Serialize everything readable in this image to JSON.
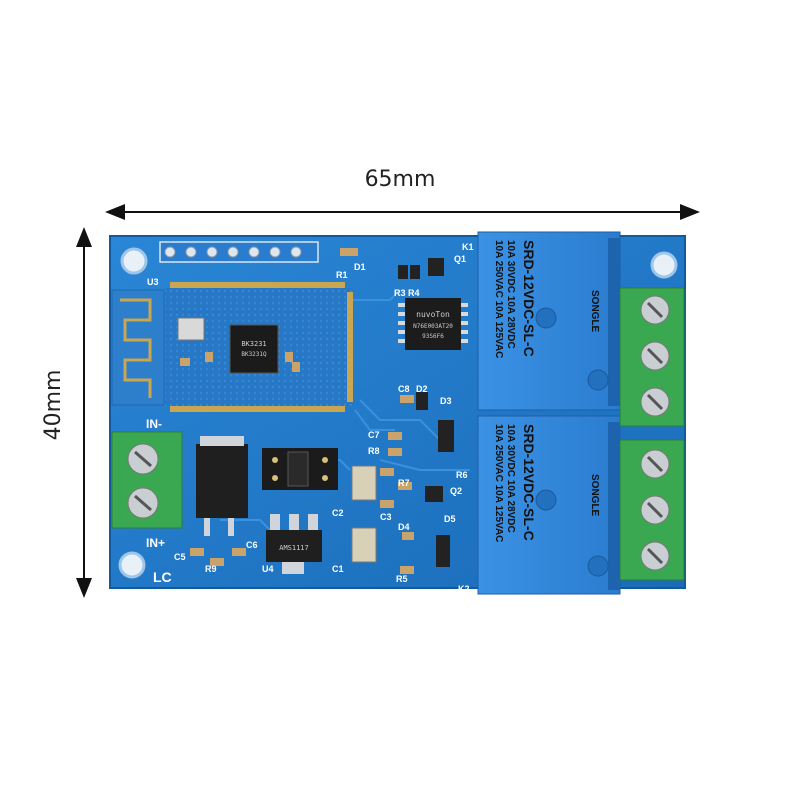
{
  "dimensions": {
    "width_label": "65mm",
    "height_label": "40mm"
  },
  "silkscreen": {
    "u3": "U3",
    "u4": "U4",
    "r1": "R1",
    "d1": "D1",
    "k1": "K1",
    "k2": "K2",
    "q1": "Q1",
    "q2": "Q2",
    "r3r4": "R3 R4",
    "c8": "C8",
    "d2": "D2",
    "d3": "D3",
    "c7": "C7",
    "r8": "R8",
    "r7": "R7",
    "r6": "R6",
    "c2": "C2",
    "c3": "C3",
    "c1": "C1",
    "d4": "D4",
    "d5": "D5",
    "r5": "R5",
    "c5": "C5",
    "r9": "R9",
    "c6": "C6",
    "in_minus": "IN-",
    "in_plus": "IN+",
    "logo": "LC"
  },
  "chip": {
    "line1": "nuvoTon",
    "line2": "N76E003AT20",
    "line3": "93S6F6"
  },
  "module": {
    "line1": "BK3231",
    "line2": "BK3231Q"
  },
  "regulator": "AMS1117",
  "relays": [
    {
      "line1": "10A 250VAC 10A 125VAC",
      "line2": "10A 30VDC 10A 28VDC",
      "model": "SRD-12VDC-SL-C",
      "brand": "SONGLE"
    },
    {
      "line1": "10A 250VAC 10A 125VAC",
      "line2": "10A 30VDC 10A 28VDC",
      "model": "SRD-12VDC-SL-C",
      "brand": "SONGLE"
    }
  ],
  "colors": {
    "pcb": "#1f78c8",
    "relay": "#2f86dc",
    "terminal": "#3aa850",
    "arrow": "#111111"
  }
}
